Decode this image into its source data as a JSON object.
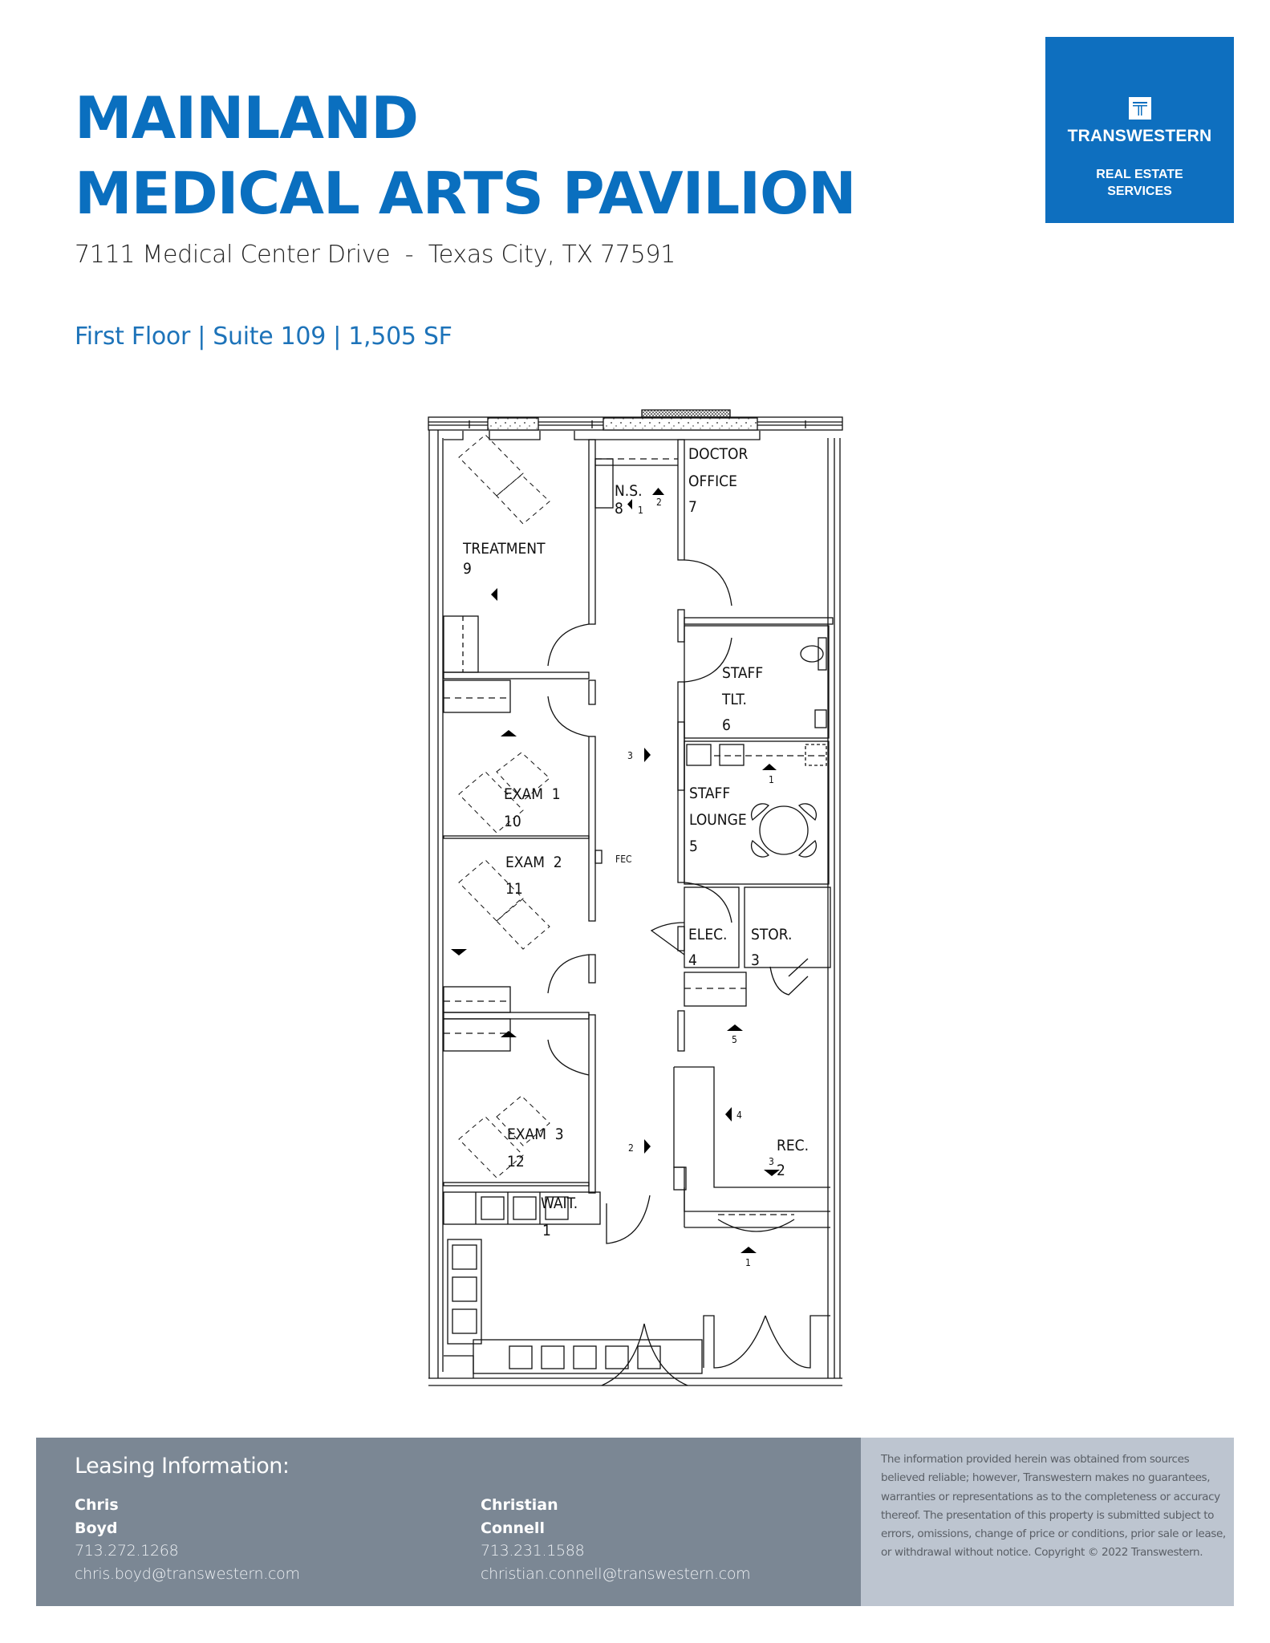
{
  "header": {
    "title_line1": "MAINLAND",
    "title_line2": "MEDICAL ARTS PAVILION",
    "address": "7111 Medical Center Drive  -  Texas City, TX 77591",
    "floor_info": "First Floor | Suite 109 | 1,505 SF"
  },
  "logo": {
    "name": "TRANSWESTERN",
    "sub_line1": "REAL ESTATE",
    "sub_line2": "SERVICES",
    "icon": "t-monogram-icon",
    "color": "#0e6fbf"
  },
  "floorplan": {
    "rooms": [
      {
        "name": "TREATMENT",
        "number": "9"
      },
      {
        "name": "N.S.",
        "number": "8"
      },
      {
        "name_line1": "DOCTOR",
        "name_line2": "OFFICE",
        "number": "7"
      },
      {
        "name_line1": "STAFF",
        "name_line2": "TLT.",
        "number": "6"
      },
      {
        "name_line1": "STAFF",
        "name_line2": "LOUNGE",
        "number": "5"
      },
      {
        "name": "EXAM  1",
        "number": "10"
      },
      {
        "name": "EXAM  2",
        "number": "11"
      },
      {
        "name": "EXAM  3",
        "number": "12"
      },
      {
        "name": "ELEC.",
        "number": "4"
      },
      {
        "name": "STOR.",
        "number": "3"
      },
      {
        "name": "REC.",
        "number": "2"
      },
      {
        "name": "WAIT.",
        "number": "1"
      }
    ],
    "fec_label": "FEC",
    "elevation_markers": [
      "2",
      "1",
      "3",
      "1",
      "5",
      "4",
      "2",
      "3",
      "1"
    ]
  },
  "footer": {
    "heading": "Leasing Information:",
    "contacts": [
      {
        "first": "Chris",
        "last": "Boyd",
        "phone": "713.272.1268",
        "email": "chris.boyd@transwestern.com"
      },
      {
        "first": "Christian",
        "last": "Connell",
        "phone": "713.231.1588",
        "email": "christian.connell@transwestern.com"
      }
    ],
    "disclaimer": "The information provided herein was obtained from sources believed reliable; however, Transwestern makes no guarantees, warranties or representations as to the completeness or accuracy thereof. The presentation of this property is submitted subject to errors, omissions, change of price or conditions, prior sale or lease, or withdrawal without notice. Copyright © 2022 Transwestern.",
    "colors": {
      "panel": "#7b8794",
      "disclaimer_panel": "#bdc5d0"
    }
  },
  "colors": {
    "brand_blue": "#0a6fbf"
  }
}
